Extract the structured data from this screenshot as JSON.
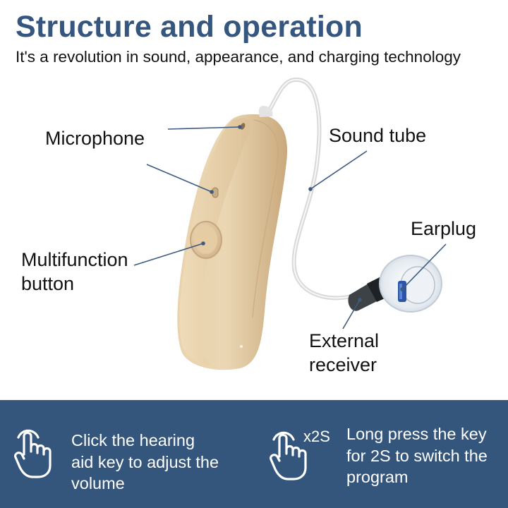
{
  "header": {
    "title": "Structure and operation",
    "subtitle": "It's a revolution in sound, appearance, and charging technology"
  },
  "callouts": {
    "microphone": "Microphone",
    "multifunction_button": "Multifunction button",
    "sound_tube": "Sound tube",
    "earplug": "Earplug",
    "external_receiver": "External receiver"
  },
  "operations": [
    {
      "icon": "tap-hand-icon",
      "text": "Click the hearing aid key to adjust the volume"
    },
    {
      "icon": "long-press-hand-icon",
      "badge": "x2S",
      "text": "Long press the key for 2S  to switch the program"
    }
  ],
  "colors": {
    "title": "#34567f",
    "banner": "#34557c",
    "device_body": "#e6cfa8",
    "leader_line": "#3e5a7f"
  }
}
